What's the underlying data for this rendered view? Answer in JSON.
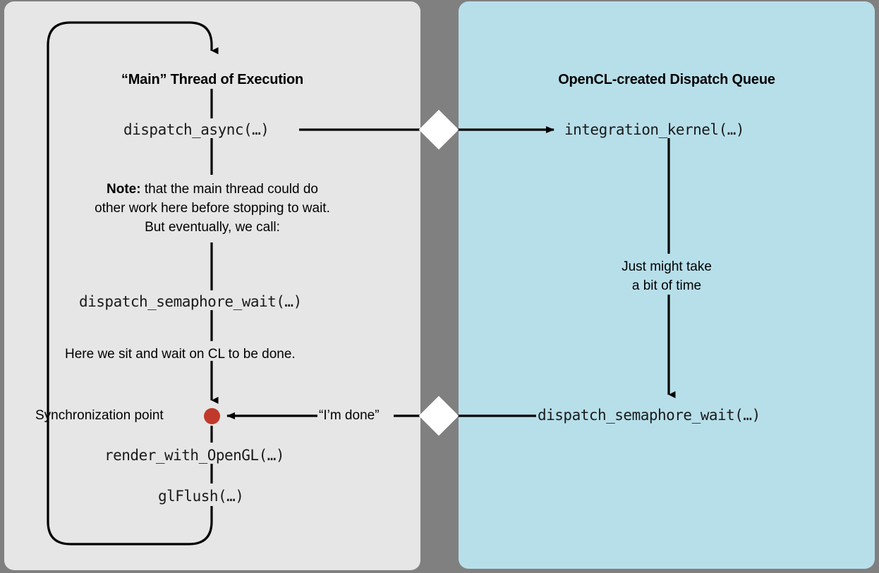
{
  "diagram": {
    "title": "OpenCL / GCD dispatch synchronization flow",
    "background_color": "#808080",
    "panels": {
      "main": {
        "name": "main-thread-panel",
        "title": "“Main” Thread of Execution",
        "background_color": "#e6e6e6",
        "steps": [
          {
            "id": "dispatch-async",
            "label": "dispatch_async(…)",
            "kind": "code"
          },
          {
            "id": "note",
            "kind": "note",
            "lines": [
              {
                "bold": "Note:",
                "rest": " that the main thread could do"
              },
              {
                "bold": "",
                "rest": "other work here before stopping to wait."
              },
              {
                "bold": "",
                "rest": "But eventually, we call:"
              }
            ]
          },
          {
            "id": "dispatch-semaphore-wait",
            "label": "dispatch_semaphore_wait(…)",
            "kind": "code"
          },
          {
            "id": "wait-note",
            "label": "Here we sit and wait on CL to be done.",
            "kind": "plain"
          },
          {
            "id": "sync-point",
            "label": "Synchronization point",
            "kind": "plain",
            "marker_color": "#c0392b"
          },
          {
            "id": "render-with-opengl",
            "label": "render_with_OpenGL(…)",
            "kind": "code"
          },
          {
            "id": "glflush",
            "label": "glFlush(…)",
            "kind": "code"
          }
        ]
      },
      "queue": {
        "name": "opencl-queue-panel",
        "title": "OpenCL-created Dispatch Queue",
        "background_color": "#b7dfea",
        "steps": [
          {
            "id": "integration-kernel",
            "label": "integration_kernel(…)",
            "kind": "code"
          },
          {
            "id": "duration-note",
            "kind": "note",
            "lines": [
              {
                "bold": "",
                "rest": "Just might take"
              },
              {
                "bold": "",
                "rest": "a bit of time"
              }
            ]
          },
          {
            "id": "queue-semaphore-signal",
            "label": "dispatch_semaphore_wait(…)",
            "kind": "code"
          }
        ]
      }
    },
    "connectors": [
      {
        "id": "dispatch-to-kernel",
        "from": "dispatch_async(…)",
        "to": "integration_kernel(…)",
        "label": "",
        "direction": "left-to-right"
      },
      {
        "id": "done-signal",
        "from": "dispatch_semaphore_wait(…)",
        "to": "Synchronization point",
        "label": "“I’m done”",
        "direction": "right-to-left"
      },
      {
        "id": "loop-back",
        "from": "glFlush(…)",
        "to": "“Main” Thread of Execution",
        "label": "",
        "direction": "loop"
      }
    ],
    "crossing_markers": [
      {
        "id": "crossing-marker-top",
        "shape": "diamond",
        "color": "#ffffff"
      },
      {
        "id": "crossing-marker-bottom",
        "shape": "diamond",
        "color": "#ffffff"
      }
    ]
  }
}
